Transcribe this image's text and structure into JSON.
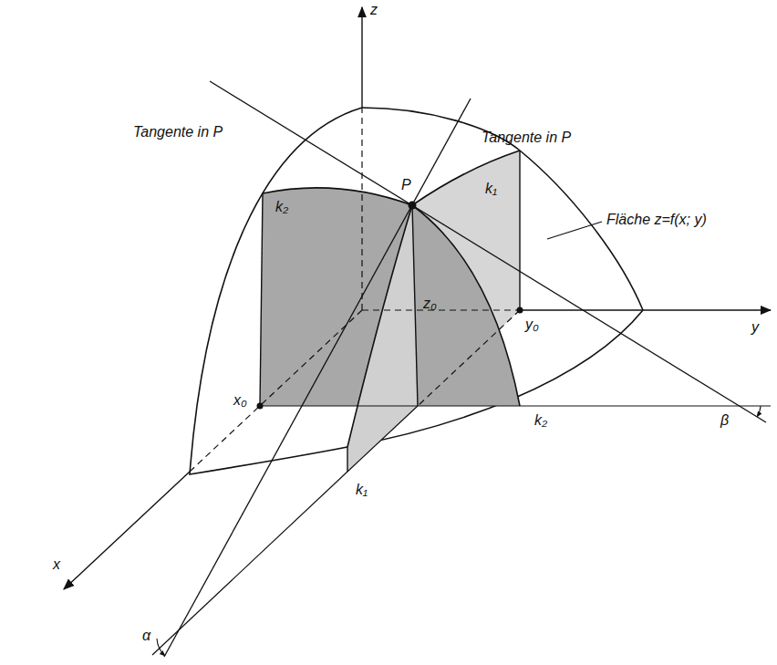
{
  "diagram": {
    "labels": [
      "z",
      "y",
      "x",
      "Tangente in P",
      "Tangente in P",
      "k₂",
      "k₁",
      "P",
      "Fläche z=f(x; y)",
      "z₀",
      "y₀",
      "x₀",
      "k₂",
      "k₁",
      "α",
      "β"
    ]
  }
}
